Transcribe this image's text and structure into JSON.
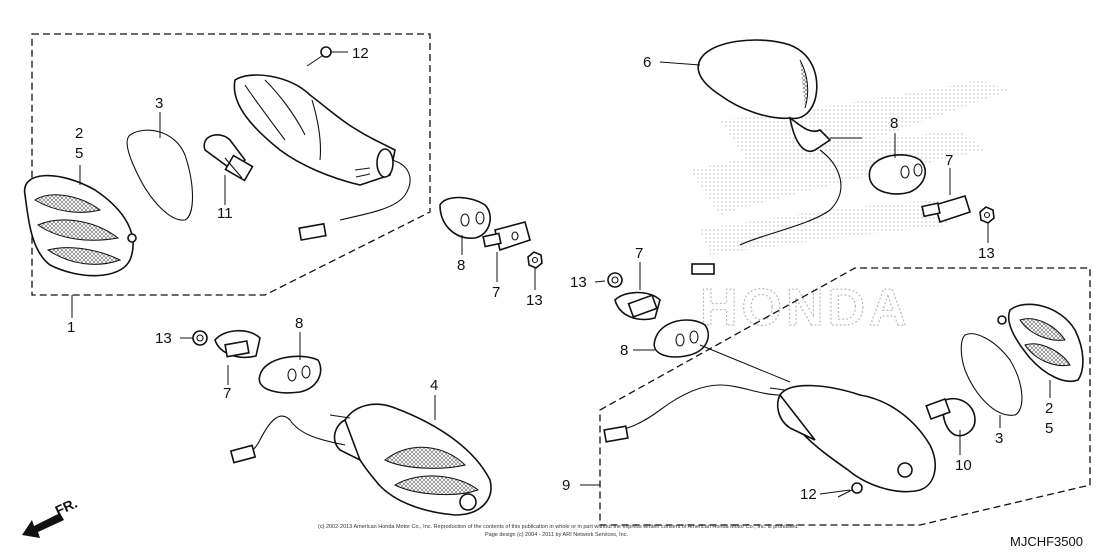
{
  "callouts": {
    "c1": "1",
    "c2a": "2",
    "c5a": "5",
    "c3a": "3",
    "c11": "11",
    "c12a": "12",
    "c6": "6",
    "c8a": "8",
    "c7a": "7",
    "c13a": "13",
    "c8b": "8",
    "c7b": "7",
    "c13b": "13",
    "c13c": "13",
    "c7c": "7",
    "c8c": "8",
    "c13d": "13",
    "c8d": "8",
    "c7d": "7",
    "c4": "4",
    "c9": "9",
    "c12b": "12",
    "c10": "10",
    "c3b": "3",
    "c2b": "2",
    "c5b": "5"
  },
  "front_arrow": "FR.",
  "diagram_code": "MJCHF3500",
  "copyright": {
    "line1": "(c) 2002-2013 American Honda Motor Co., Inc. Reproduction of the contents of this publication in whole or in part without the express written consent of American Honda Motor Co., Inc. is prohibited.",
    "line2": "Page design (c) 2004 - 2011 by ARI Network Services, Inc."
  },
  "watermark": "HONDA"
}
